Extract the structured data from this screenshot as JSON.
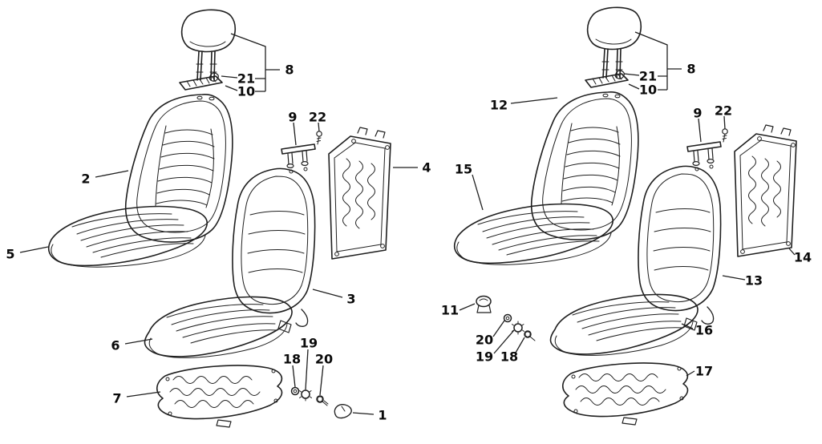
{
  "figure": {
    "background_color": "#ffffff",
    "line_color": "#1f1f1f",
    "label_color": "#0a0a0a"
  },
  "callouts": {
    "n1": "1",
    "n2": "2",
    "n3": "3",
    "n4": "4",
    "n5": "5",
    "n6": "6",
    "n7": "7",
    "n8": "8",
    "n9": "9",
    "n10": "10",
    "n11": "11",
    "n12": "12",
    "n13": "13",
    "n14": "14",
    "n15": "15",
    "n16": "16",
    "n17": "17",
    "n18": "18",
    "n19": "19",
    "n20": "20",
    "n21": "21",
    "n22": "22"
  }
}
